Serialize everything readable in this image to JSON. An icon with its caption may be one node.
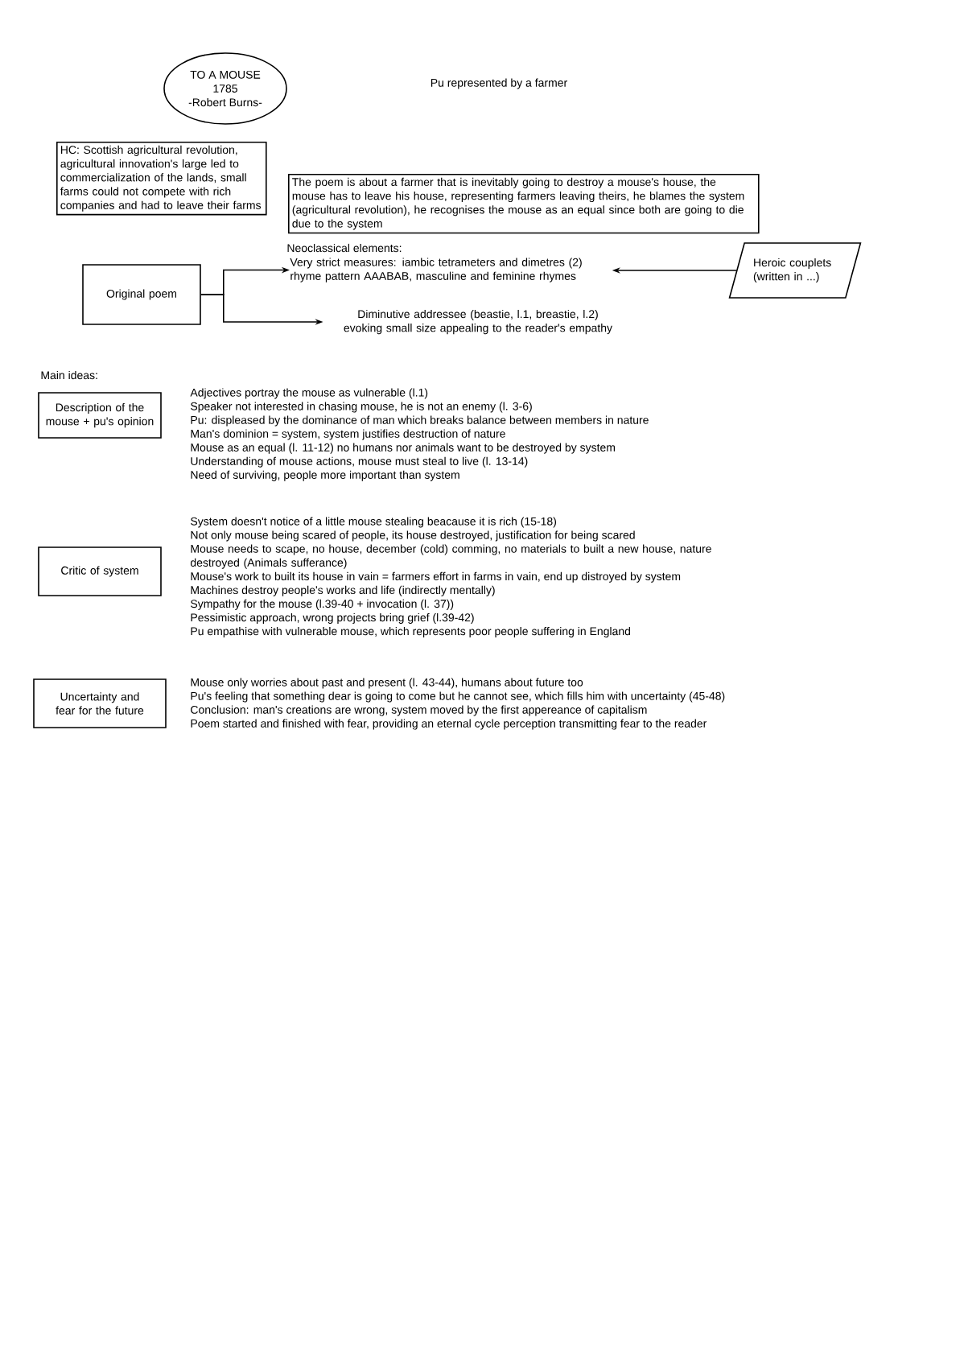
{
  "diagram": {
    "nodes": [
      {
        "text": [
          "TO A MOUSE",
          "1785",
          "-Robert Burns-"
        ]
      },
      {
        "text": [
          "HC: Scottish agricultural revolution, agricultural innovation's large led to commercialization of the lands, small farms could not compete with rich companies and had to leave their farms"
        ]
      },
      {
        "text": [
          "The poem is about a farmer that is inevitably going to destroy a mouse's house, the mouse has to leave his house, representing farmers leaving theirs, he blames the system (agricultural revolution), he recognises the mouse as an equal since both are going to die due to the system"
        ]
      },
      {
        "text": [
          "Original poem"
        ]
      },
      {
        "text": [
          "Very strict measures: iambic tetrameters and dimetres (2) rhyme pattern AAABAB, masculine and feminine rhymes"
        ]
      },
      {
        "text": [
          "Diminutive addressee (beastie, l.1, breastie, l.2) evoking small size appealing to the reader's empathy"
        ]
      },
      {
        "text": [
          "Heroic couplets (written in ...)"
        ]
      },
      {
        "text": [
          "Description of the mouse + pu's opinion"
        ],
        "beside": [
          "Adjectives portray the mouse as vulnerable (l.1)",
          "Speaker not interested in chasing mouse, he is not an enemy (l. 3-6)",
          "Pu: displeased by the dominance of man which breaks balance between members in nature",
          "Man's dominion = system, system justifies destruction of nature",
          "Mouse as an equal (l. 11-12) no humans nor animals want to be destroyed by system",
          "Understanding of mouse actions, mouse must steal to live (l. 13-14)",
          "Need of surviving, people more important than system"
        ]
      },
      {
        "text": [
          "Critic of system"
        ],
        "beside": [
          "System doesn't notice of a little mouse stealing beacause it is rich (15-18)",
          "Not only mouse being scared of people, its house destroyed, justification for being scared",
          "Mouse needs to scape, no house, december (cold) comming, no materials to built a new house, nature destroyed (Animals sufferance)",
          "Mouse's work to built its house in vain = farmers effort in farms in vain, end up distroyed by system",
          "Machines destroy people's works and life (indirectly mentally)",
          "Sympathy for the mouse (l.39-40 + invocation (l. 37))",
          "Pessimistic approach, wrong projects bring grief (l.39-42)",
          "Pu empathise with vulnerable mouse, which represents poor people suffering in England"
        ]
      },
      {
        "text": [
          "Uncertainty and fear for the future"
        ],
        "beside": [
          "Mouse only worries about past and present (l. 43-44), humans about future too",
          "Pu's feeling that something dear is going to come but he cannot see, which fills him with uncertainty (45-48)",
          "Conclusion: man's creations are wrong, system moved by the first appereance of capitalism",
          "Poem started and finished with fear, providing an eternal cycle perception transmitting fear to the reader"
        ]
      }
    ],
    "edges": [
      {
        "from": 3,
        "to": 4,
        "arrow": "to"
      },
      {
        "from": 3,
        "to": 5,
        "arrow": "to"
      },
      {
        "from": 6,
        "to": 4,
        "arrow": "to"
      }
    ],
    "labels": [
      "Pu represented by a farmer",
      "Neoclassical elements:",
      "Main ideas:"
    ]
  }
}
